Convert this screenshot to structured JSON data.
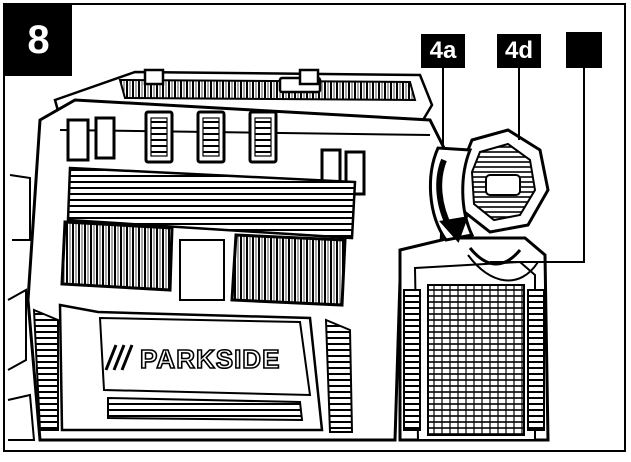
{
  "figure": {
    "number": "8",
    "callouts": [
      {
        "id": "4a",
        "label": "4a"
      },
      {
        "id": "4d",
        "label": "4d"
      },
      {
        "id": "blank",
        "label": ""
      }
    ],
    "brand_logo": "PARKSIDE"
  },
  "colors": {
    "ink": "#000000",
    "paper": "#ffffff",
    "shade": "#d9d9d9"
  }
}
